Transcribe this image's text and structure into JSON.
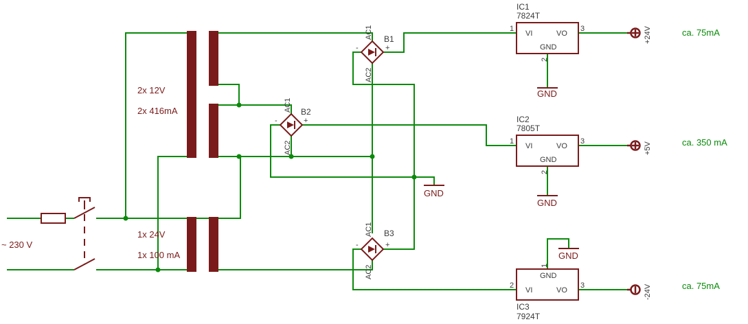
{
  "colors": {
    "wire": "#0a8a0a",
    "part": "#7a1a1a",
    "text_dark": "#6a1010",
    "text_grey": "#3a3a3a"
  },
  "mains": {
    "voltage_label": "~ 230 V"
  },
  "transformer": {
    "secondary_label": "2x 12V",
    "secondary_current": "2x 416mA",
    "tertiary_label": "1x 24V",
    "tertiary_current": "1x 100 mA"
  },
  "bridges": [
    {
      "name": "B1",
      "ac1": "AC1",
      "ac2": "AC2",
      "plus": "+",
      "minus": "-"
    },
    {
      "name": "B2",
      "ac1": "AC1",
      "ac2": "AC2",
      "plus": "+",
      "minus": "-"
    },
    {
      "name": "B3",
      "ac1": "AC1",
      "ac2": "AC2",
      "plus": "+",
      "minus": "-"
    }
  ],
  "regulators": [
    {
      "name": "IC1",
      "part": "7824T",
      "vi": "VI",
      "vo": "VO",
      "gnd": "GND",
      "pin_vi": "1",
      "pin_vo": "3",
      "pin_gnd": "2",
      "output": "+24V",
      "current": "ca. 75mA"
    },
    {
      "name": "IC2",
      "part": "7805T",
      "vi": "VI",
      "vo": "VO",
      "gnd": "GND",
      "pin_vi": "1",
      "pin_vo": "3",
      "pin_gnd": "2",
      "output": "+5V",
      "current": "ca. 350 mA"
    },
    {
      "name": "IC3",
      "part": "7924T",
      "vi": "VI",
      "vo": "VO",
      "gnd": "GND",
      "pin_vi": "2",
      "pin_vo": "3",
      "pin_gnd": "1",
      "output": "-24V",
      "current": "ca. 75mA"
    }
  ],
  "ground_label": "GND"
}
